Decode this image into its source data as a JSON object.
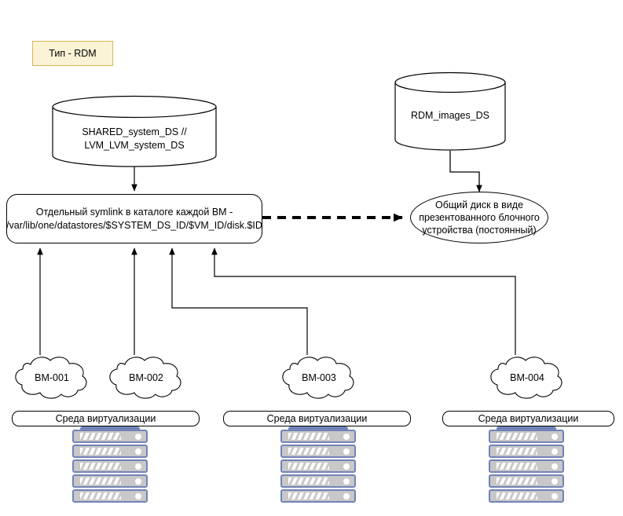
{
  "diagram": {
    "title_legend": "Тип - RDM",
    "legend": {
      "label": "Тип - RDM",
      "fill": "#fbf3d5",
      "stroke": "#d6b656"
    },
    "datastores": [
      {
        "id": "shared-system-ds",
        "line1": "SHARED_system_DS //",
        "line2": "LVM_LVM_system_DS"
      },
      {
        "id": "rdm-images-ds",
        "line1": "RDM_images_DS",
        "line2": ""
      }
    ],
    "symlink_box": {
      "line1": "Отдельный symlink в каталоге каждой ВМ -",
      "line2": "/var/lib/one/datastores/$SYSTEM_DS_ID/$VM_ID/disk.$ID"
    },
    "shared_disk": {
      "line1": "Общий диск в виде",
      "line2": "презентованного блочного",
      "line3": "устройства (постоянный)"
    },
    "vms": [
      {
        "label": "ВМ-001"
      },
      {
        "label": "ВМ-002"
      },
      {
        "label": "ВМ-003"
      },
      {
        "label": "ВМ-004"
      }
    ],
    "hosts": [
      {
        "env_label": "Среда виртуализации",
        "rack_units": 5
      },
      {
        "env_label": "Среда виртуализации",
        "rack_units": 5
      },
      {
        "env_label": "Среда виртуализации",
        "rack_units": 5
      }
    ],
    "colors": {
      "stroke": "#000000",
      "rack_border": "#7183b8",
      "rack_fill": "#c8c8c8",
      "legend_fill": "#fbf3d5",
      "legend_stroke": "#d6b656",
      "background": "#ffffff"
    }
  }
}
